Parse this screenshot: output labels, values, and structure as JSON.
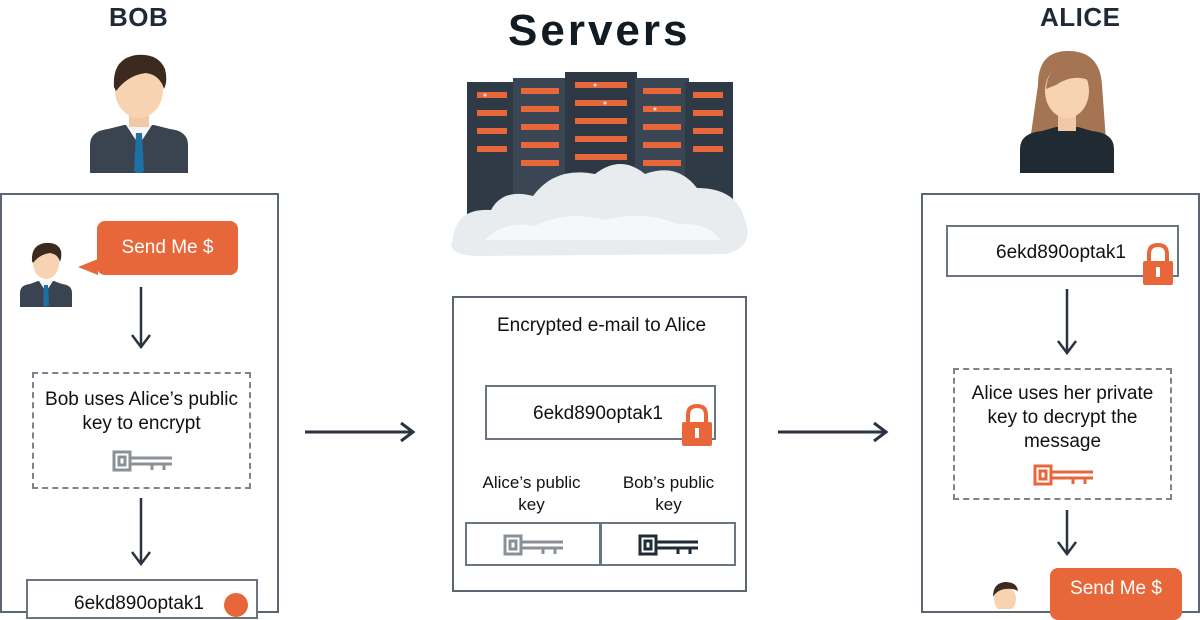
{
  "bob": {
    "name": "BOB"
  },
  "alice": {
    "name": "ALICE"
  },
  "servers": {
    "title": "Servers"
  },
  "left_panel": {
    "message": "Send Me $",
    "step_text": "Bob uses Alice’s public key to encrypt",
    "cipher_partial": "6ekd890optak1"
  },
  "center_panel": {
    "heading": "Encrypted e-mail to Alice",
    "cipher": "6ekd890optak1",
    "alice_key_label": "Alice’s public key",
    "bob_key_label": "Bob’s public key"
  },
  "right_panel": {
    "cipher": "6ekd890optak1",
    "step_text": "Alice uses her private key to decrypt the message",
    "message": "Send Me $"
  },
  "colors": {
    "accent": "#e8673a",
    "dark": "#1f2a36",
    "grey_key": "#8a9096"
  }
}
